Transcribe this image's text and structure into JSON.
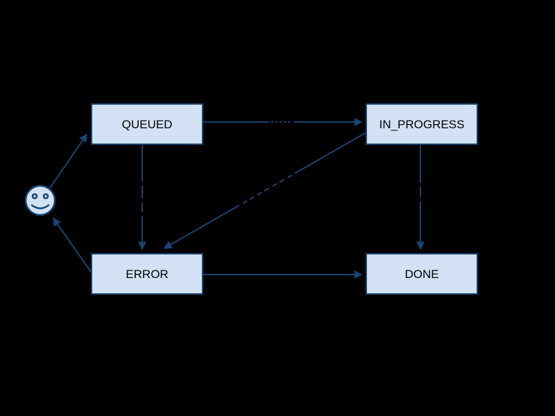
{
  "diagram": {
    "type": "state-machine-flowchart",
    "colors": {
      "background": "#000000",
      "node_fill": "#d2e2f4",
      "node_border": "#1a4472",
      "edge_line": "#1a4472",
      "node_text": "#000000"
    },
    "nodes": [
      {
        "id": "queued",
        "label": "QUEUED"
      },
      {
        "id": "in_progress",
        "label": "IN_PROGRESS"
      },
      {
        "id": "error",
        "label": "ERROR"
      },
      {
        "id": "done",
        "label": "DONE"
      }
    ],
    "start_marker": {
      "shape": "smiley-face"
    },
    "edges": [
      {
        "from": "smiley-start",
        "to": "QUEUED"
      },
      {
        "from": "QUEUED",
        "to": "IN_PROGRESS"
      },
      {
        "from": "QUEUED",
        "to": "ERROR"
      },
      {
        "from": "IN_PROGRESS",
        "to": "ERROR"
      },
      {
        "from": "IN_PROGRESS",
        "to": "DONE"
      },
      {
        "from": "ERROR",
        "to": "DONE"
      },
      {
        "from": "ERROR",
        "to": "smiley-start"
      }
    ],
    "note": "edge labels rendered in black are not legible against the black background"
  }
}
